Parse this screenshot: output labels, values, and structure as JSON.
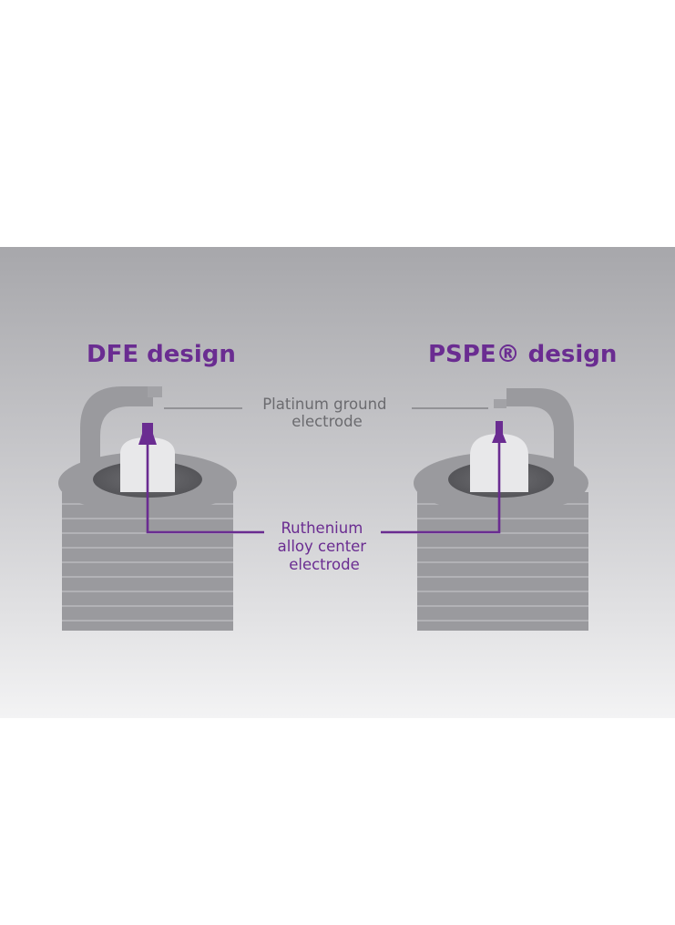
{
  "diagram": {
    "left_title": "DFE design",
    "right_title": "PSPE® design",
    "ground_label": [
      "Platinum ground",
      "electrode"
    ],
    "center_label": [
      "Ruthenium",
      "alloy center",
      "electrode"
    ]
  },
  "colors": {
    "background_top": "#a7a7ab",
    "background_bottom": "#f3f3f4",
    "plug_body": "#9a9a9e",
    "insulator": "#e8e8ea",
    "electrode_purple": "#6a2c91",
    "title_purple": "#6a2c91",
    "label_gray": "#6b6b6f",
    "leader_gray": "#8c8c90"
  }
}
